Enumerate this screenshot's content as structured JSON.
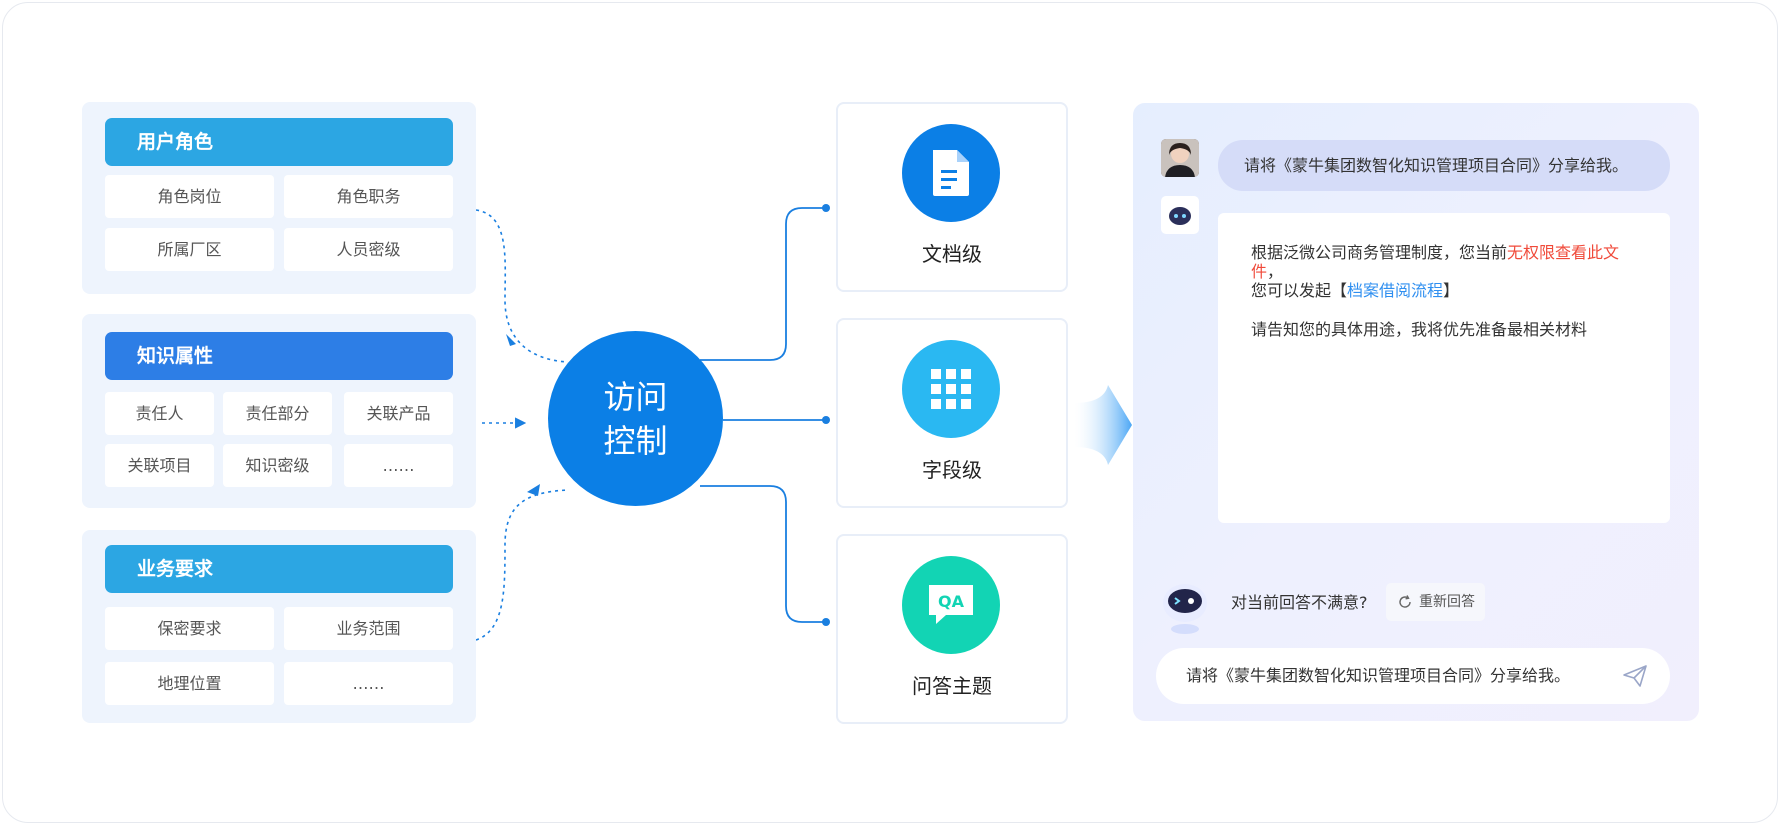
{
  "panels": [
    {
      "title": "用户角色",
      "color": "#2ca6e3",
      "items": [
        "角色岗位",
        "角色职务",
        "所属厂区",
        "人员密级"
      ]
    },
    {
      "title": "知识属性",
      "color": "#2d7ee6",
      "items": [
        "责任人",
        "责任部分",
        "关联产品",
        "关联项目",
        "知识密级",
        "……"
      ]
    },
    {
      "title": "业务要求",
      "color": "#2ca6e3",
      "items": [
        "保密要求",
        "业务范围",
        "地理位置",
        "……"
      ]
    }
  ],
  "hub": {
    "line1": "访问",
    "line2": "控制",
    "color": "#0b7fe6"
  },
  "levels": [
    {
      "label": "文档级",
      "icon": "document-icon",
      "color": "#0b7fe6"
    },
    {
      "label": "字段级",
      "icon": "grid-icon",
      "color": "#2ab8f2"
    },
    {
      "label": "问答主题",
      "icon": "qa-chat-icon",
      "color": "#12d4b4"
    }
  ],
  "chat": {
    "user_message": "请将《蒙牛集团数智化知识管理项目合同》分享给我。",
    "bot_reply": {
      "line1_prefix": "根据泛微公司商务管理制度，您当前",
      "line1_warning": "无权限查看此文件",
      "line1_suffix": "，",
      "line2_prefix": "您可以发起【",
      "line2_link": "档案借阅流程",
      "line2_suffix": "】",
      "line3": "请告知您的具体用途，我将优先准备最相关材料"
    },
    "unsatisfied_text": "对当前回答不满意?",
    "regenerate_label": "重新回答",
    "input_value": "请将《蒙牛集团数智化知识管理项目合同》分享给我。"
  }
}
